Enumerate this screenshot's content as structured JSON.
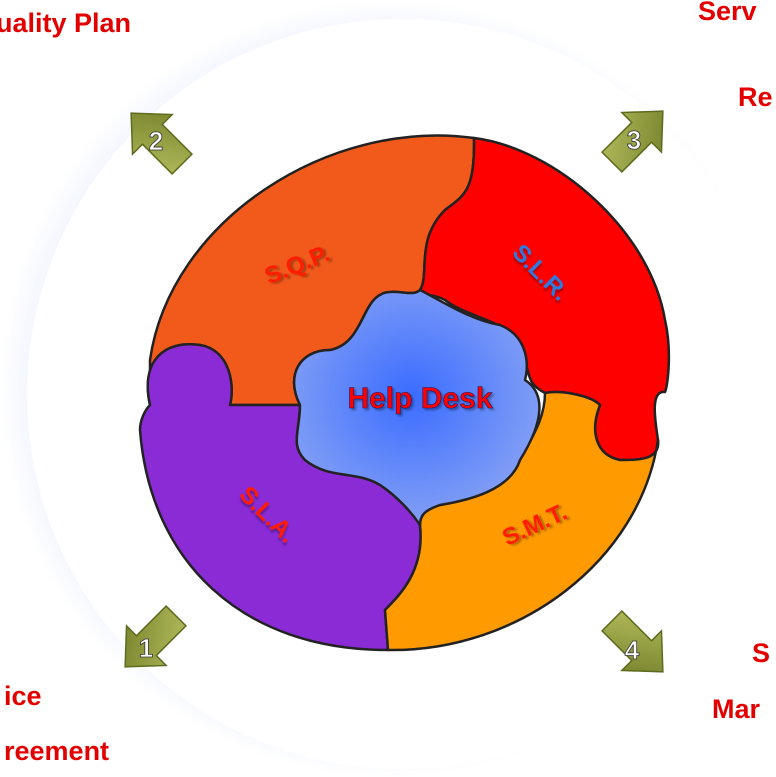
{
  "colors": {
    "halo": "#c7cffb",
    "ring": "#ffffff",
    "piece_sqp": "#f25a1c",
    "piece_slr": "#ff0000",
    "piece_sla": "#8a2bd6",
    "piece_smt": "#ff9a00",
    "center": "#5f82ee",
    "corner_text": "#e30000",
    "arrow": "#8f9a3a"
  },
  "center_label": "Help Desk",
  "pieces": {
    "sqp": "S.Q.P.",
    "slr": "S.L.R.",
    "sla": "S.L.A.",
    "smt": "S.M.T."
  },
  "corners": {
    "top_left": [
      "uality Plan"
    ],
    "top_right": [
      "Serv",
      "Re"
    ],
    "bottom_left": [
      "ice",
      "reement"
    ],
    "bottom_right": [
      "S",
      "Mar"
    ]
  },
  "arrows": [
    "1",
    "2",
    "3",
    "4"
  ]
}
